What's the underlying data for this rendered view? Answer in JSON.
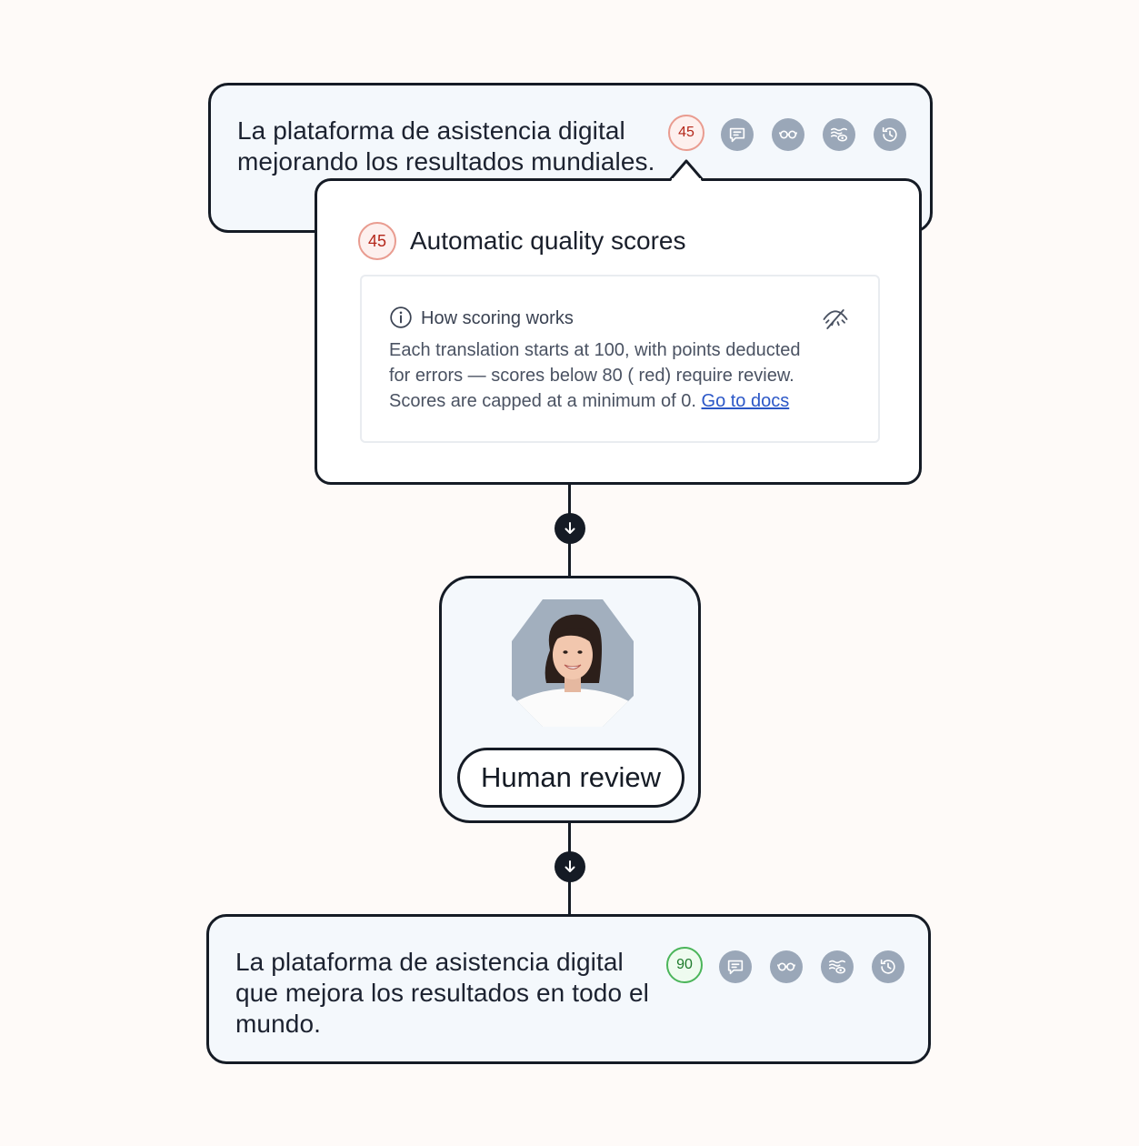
{
  "source_segment": {
    "text": "La plataforma de asistencia digital mejorando los resultados mundiales.",
    "score": "45",
    "actions": [
      {
        "name": "comment-icon"
      },
      {
        "name": "glasses-icon"
      },
      {
        "name": "waves-eye-icon"
      },
      {
        "name": "history-icon"
      }
    ]
  },
  "popover": {
    "score": "45",
    "title": "Automatic quality scores",
    "info": {
      "heading": "How scoring works",
      "line1": "Each translation starts at 100, with points deducted",
      "line2": "for errors — scores below 80 ( red) require review.",
      "line3": "Scores are capped at a minimum of 0.",
      "link": "Go to docs"
    }
  },
  "review": {
    "label": "Human review"
  },
  "target_segment": {
    "text": "La plataforma de asistencia digital que mejora los resultados en todo el mundo.",
    "score": "90",
    "actions": [
      {
        "name": "comment-icon"
      },
      {
        "name": "glasses-icon"
      },
      {
        "name": "waves-eye-icon"
      },
      {
        "name": "history-icon"
      }
    ]
  },
  "colors": {
    "score_bad": "#b4271a",
    "score_good": "#1d7a2b",
    "icon_bg": "#9aa7b8",
    "link": "#2b57c7"
  }
}
